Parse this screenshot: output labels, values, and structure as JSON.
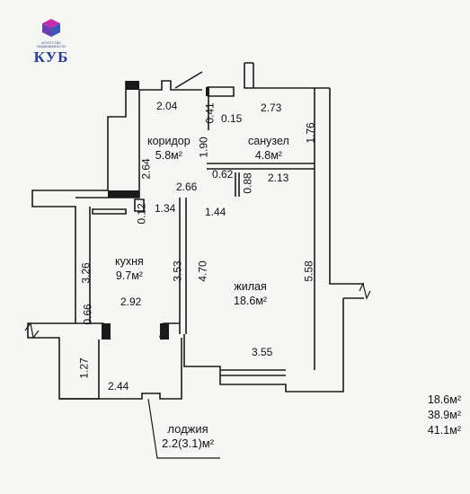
{
  "logo": {
    "line1": "АГЕНТСТВО",
    "line2": "НЕДВИЖИМОСТИ",
    "name": "КУБ",
    "colors": {
      "top": "#c22fae",
      "left": "#6b3fb4",
      "right": "#3a58b4"
    }
  },
  "rooms": {
    "corridor": {
      "name": "коридор",
      "area": "5.8м²"
    },
    "bathroom": {
      "name": "санузел",
      "area": "4.8м²"
    },
    "kitchen": {
      "name": "кухня",
      "area": "9.7м²"
    },
    "living": {
      "name": "жилая",
      "area": "18.6м²"
    },
    "loggia": {
      "name": "лоджия",
      "area": "2.2(3.1)м²"
    }
  },
  "dims": {
    "d204": "2.04",
    "d041": "0.41",
    "d015": "0.15",
    "d273": "2.73",
    "d176": "1.76",
    "d190": "1.90",
    "d264": "2.64",
    "d062": "0.62",
    "d213": "2.13",
    "d088": "0.88",
    "d266": "2.66",
    "d012": "0.12",
    "d134": "1.34",
    "d144": "1.44",
    "d326": "3.26",
    "d353": "3.53",
    "d470": "4.70",
    "d558": "5.58",
    "d066": "0.66",
    "d292": "2.92",
    "d355": "3.55",
    "d127": "1.27",
    "d244": "2.44"
  },
  "totals": {
    "living": "18.6м²",
    "total": "38.9м²",
    "with_loggia": "41.1м²"
  }
}
